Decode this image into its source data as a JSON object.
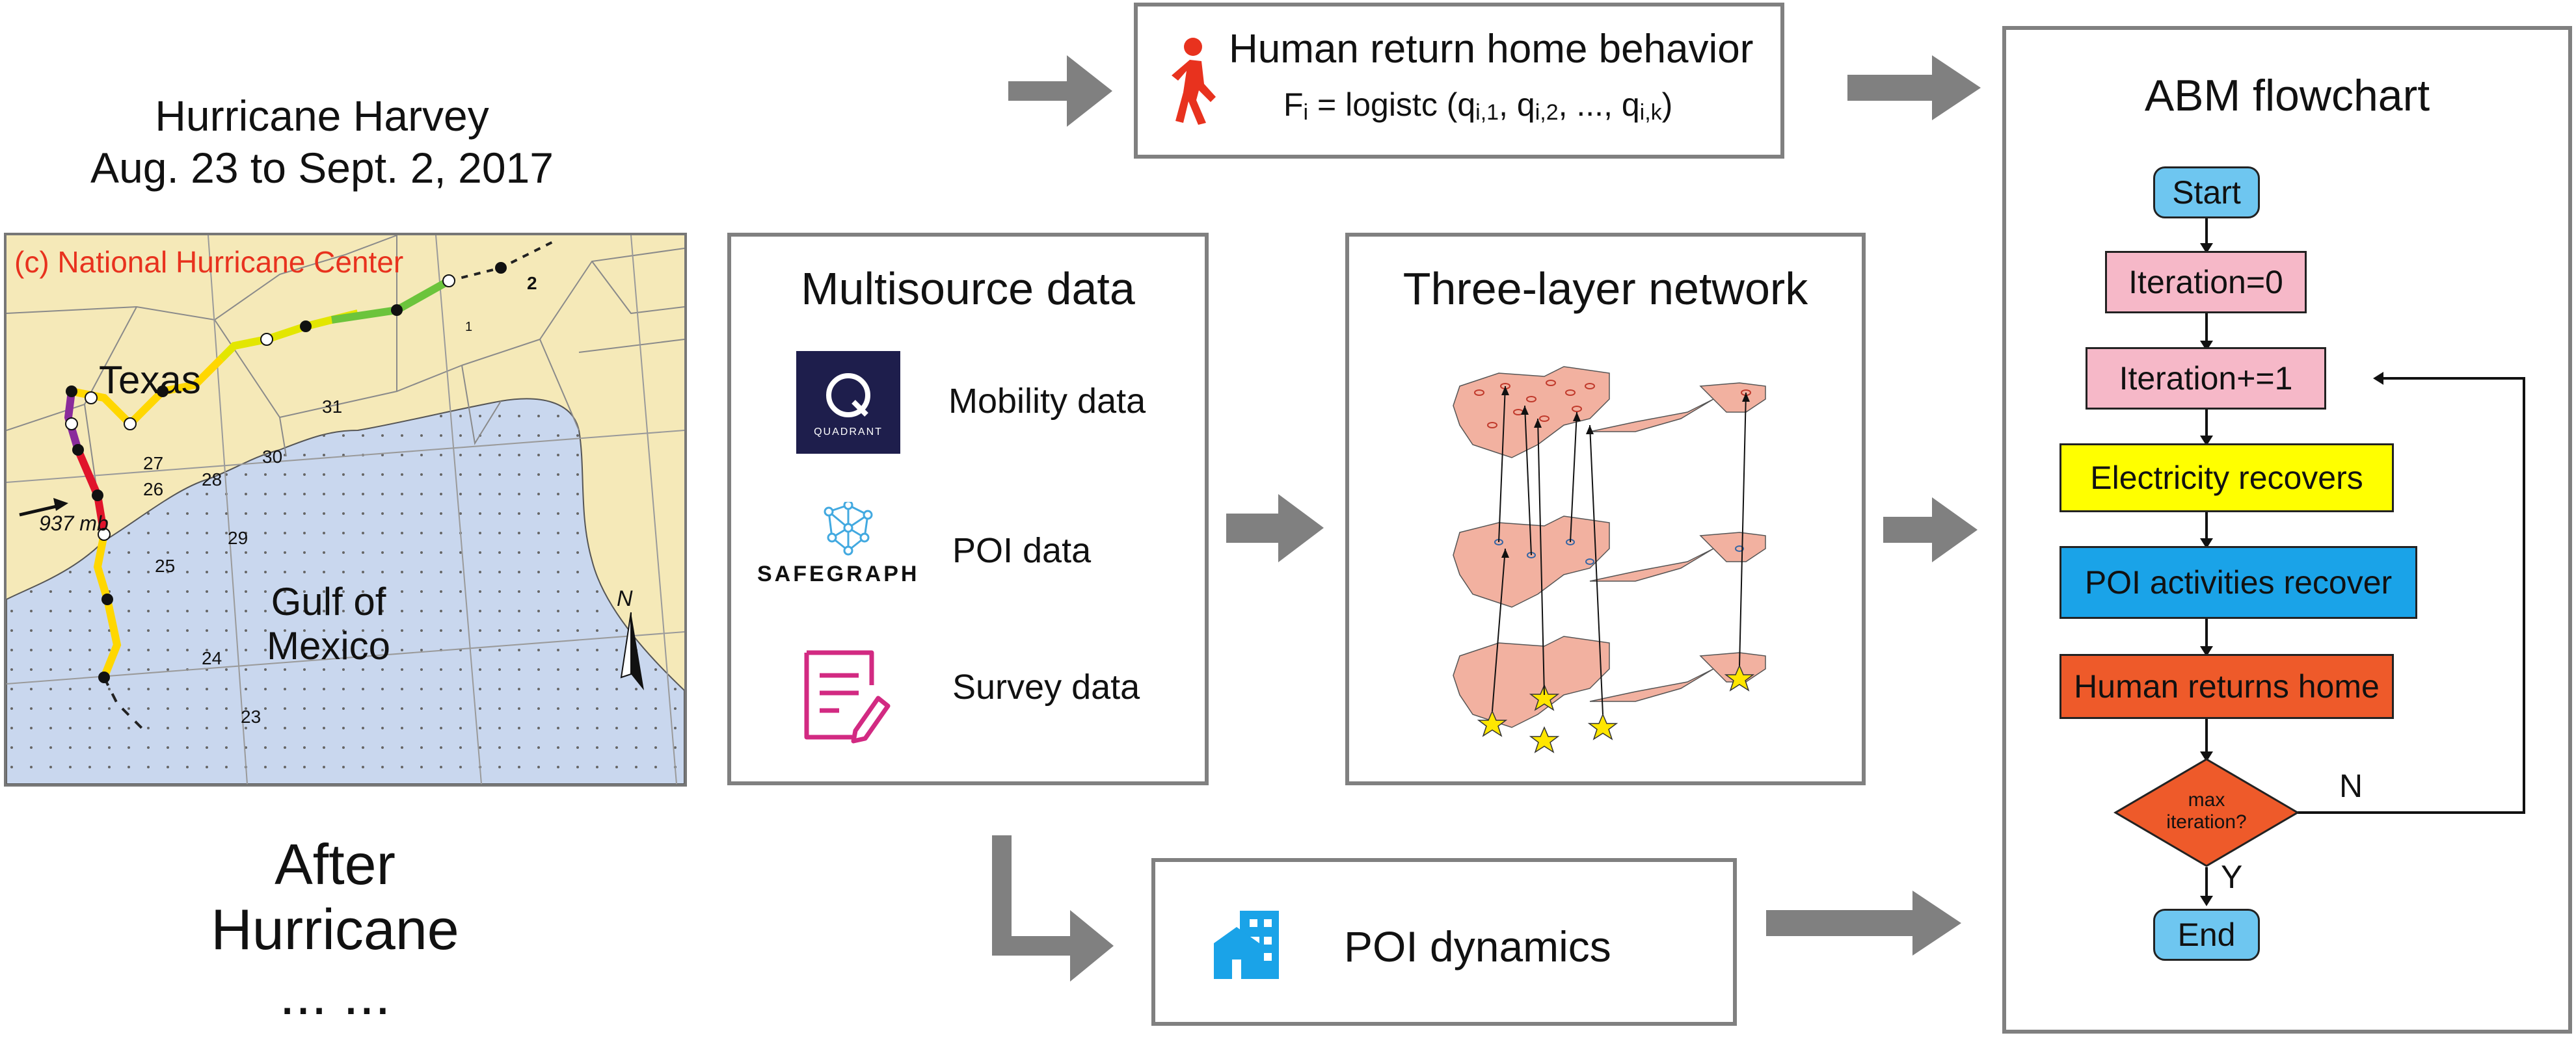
{
  "left": {
    "title_line1": "Hurricane Harvey",
    "title_line2": "Aug. 23 to Sept. 2, 2017",
    "credit": "(c) National Hurricane Center",
    "map_labels": {
      "texas": "Texas",
      "gulf_line1": "Gulf of",
      "gulf_line2": "Mexico",
      "pressure": "937 mb",
      "north": "N",
      "track_days": [
        "2",
        "1",
        "31",
        "30",
        "29",
        "28",
        "27",
        "26",
        "25",
        "24",
        "23"
      ]
    },
    "after_line1": "After",
    "after_line2": "Hurricane",
    "after_line3": "... ..."
  },
  "human_box": {
    "title": "Human return home behavior",
    "formula_prefix": "F",
    "formula_i": "i",
    "formula_mid": " = logistc (q",
    "sub1": "i,1",
    "sep1": ", q",
    "sub2": "i,2",
    "sep2": ", ..., q",
    "sub3": "i,k",
    "formula_end": ")"
  },
  "multisource": {
    "title": "Multisource data",
    "items": [
      {
        "label": "Mobility data",
        "icon_text": "QUADRANT"
      },
      {
        "label": "POI data",
        "icon_text": "SAFEGRAPH"
      },
      {
        "label": "Survey data"
      }
    ]
  },
  "network": {
    "title": "Three-layer network"
  },
  "poi_box": {
    "title": "POI dynamics"
  },
  "abm": {
    "title": "ABM flowchart",
    "start": "Start",
    "iter0": "Iteration=0",
    "iter_inc": "Iteration+=1",
    "electricity": "Electricity recovers",
    "poi_recover": "POI activities recover",
    "human_home": "Human returns home",
    "decision_line1": "max",
    "decision_line2": "iteration?",
    "no_label": "N",
    "yes_label": "Y",
    "end": "End"
  },
  "colors": {
    "start_end": "#6ec6f0",
    "iteration": "#f6b8c8",
    "electricity": "#ffff00",
    "poi": "#1aa3e8",
    "human": "#ee5a2a",
    "decision": "#ee5a2a",
    "arrow_gray": "#808080",
    "credit": "#e8321e",
    "land": "#f5e9b8",
    "water": "#c9d7ee"
  }
}
